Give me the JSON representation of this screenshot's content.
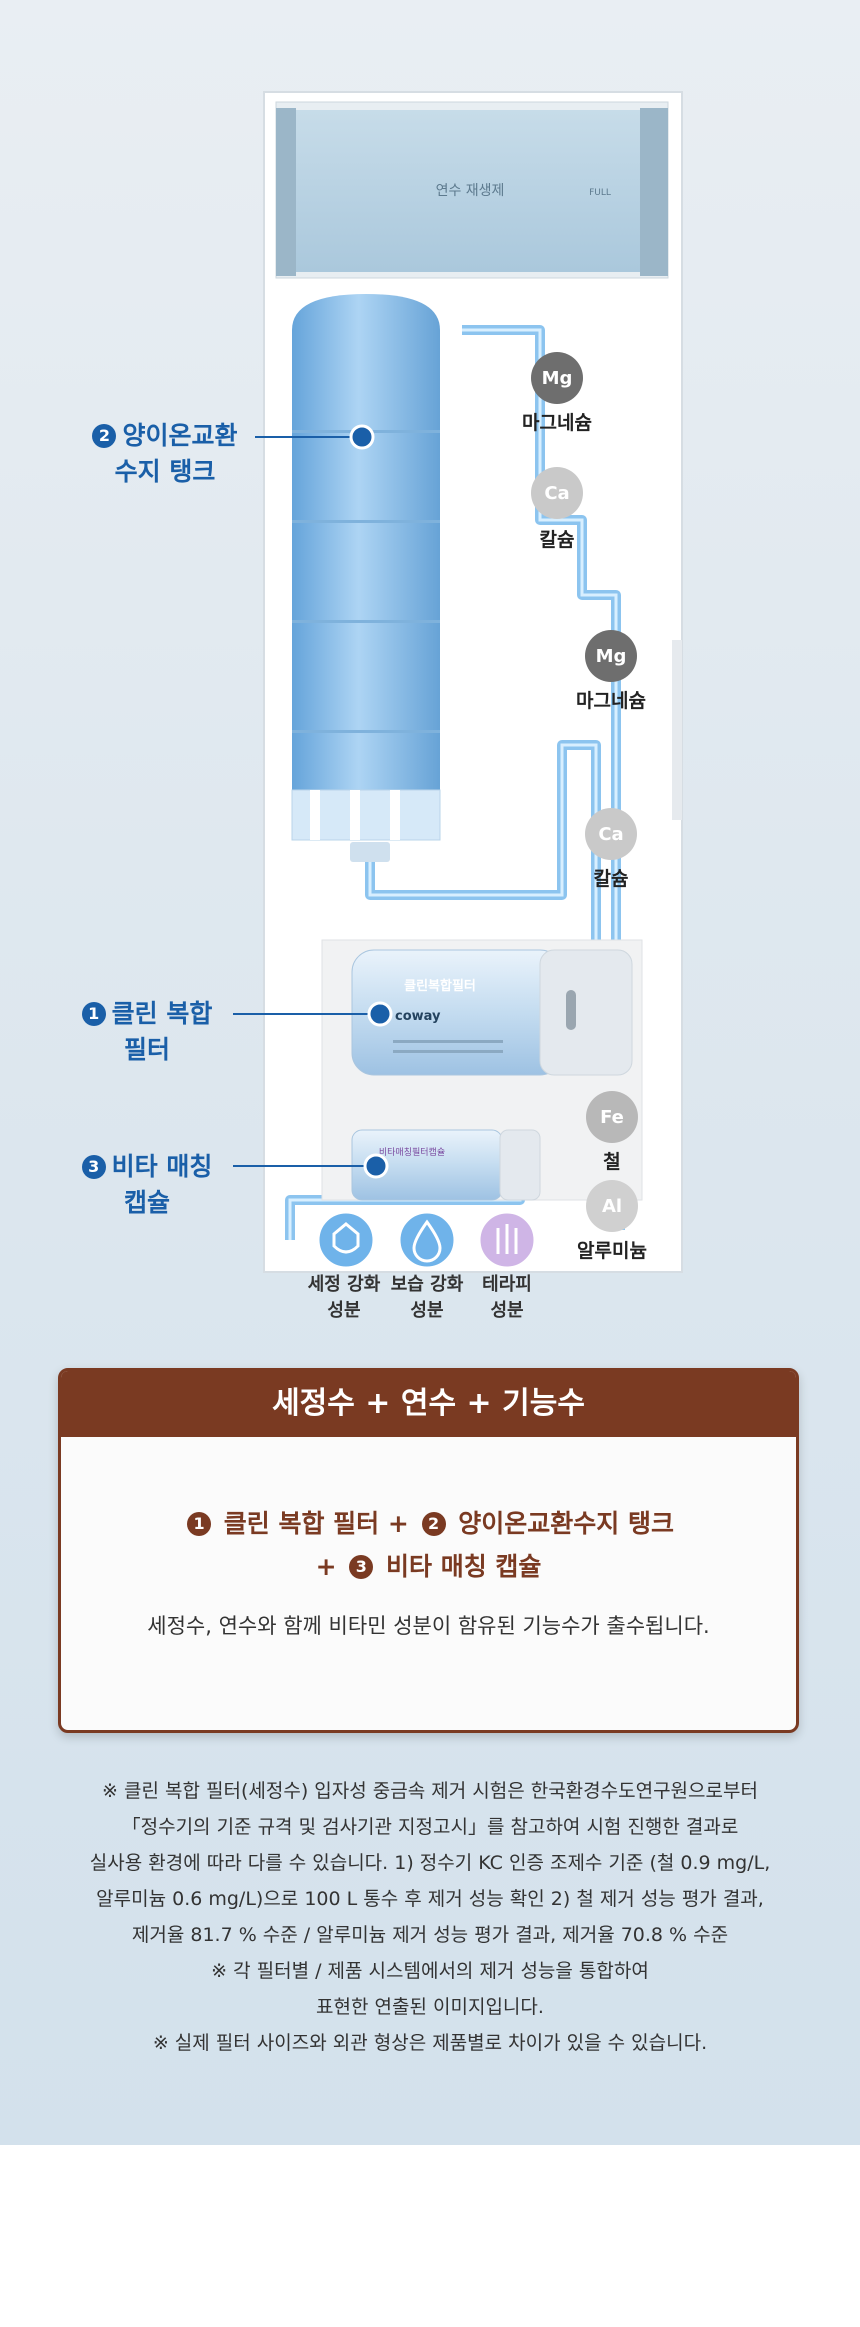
{
  "diagram": {
    "top_panel_label": "연수 재생제",
    "top_panel_tag": "FULL",
    "filter_brand": "coway",
    "filter_name": "클린복합필터",
    "capsule_name": "비타매칭필터캡슐",
    "callouts": [
      {
        "num": "2",
        "line1": "양이온교환",
        "line2": "수지 탱크"
      },
      {
        "num": "1",
        "line1": "클린 복합",
        "line2": "필터"
      },
      {
        "num": "3",
        "line1": "비타 매칭",
        "line2": "캡슐"
      }
    ],
    "minerals": [
      {
        "symbol": "Mg",
        "label": "마그네슘"
      },
      {
        "symbol": "Ca",
        "label": "칼슘"
      },
      {
        "symbol": "Mg",
        "label": "마그네슘"
      },
      {
        "symbol": "Ca",
        "label": "칼슘"
      },
      {
        "symbol": "Fe",
        "label": "철"
      },
      {
        "symbol": "Al",
        "label": "알루미늄"
      }
    ],
    "ingredients": [
      {
        "line1": "세정 강화",
        "line2": "성분"
      },
      {
        "line1": "보습 강화",
        "line2": "성분"
      },
      {
        "line1": "테라피",
        "line2": "성분"
      }
    ]
  },
  "card": {
    "title": "세정수 + 연수 + 기능수",
    "line1": {
      "n1": "1",
      "t1": "클린 복합 필터 +",
      "n2": "2",
      "t2": "양이온교환수지 탱크"
    },
    "line2": {
      "pre": "+",
      "n3": "3",
      "t3": "비타 매칭 캡슐"
    },
    "description": "세정수, 연수와 함께 비타민 성분이 함유된 기능수가 출수됩니다."
  },
  "notes": [
    "※ 클린 복합 필터(세정수) 입자성 중금속 제거 시험은 한국환경수도연구원으로부터",
    "「정수기의 기준 규격 및 검사기관 지정고시」를 참고하여 시험 진행한 결과로",
    "실사용 환경에 따라 다를 수 있습니다. 1) 정수기 KC 인증 조제수 기준 (철 0.9 mg/L,",
    "알루미늄 0.6 mg/L)으로 100 L 통수 후 제거 성능 확인 2) 철 제거 성능 평가 결과,",
    "제거율 81.7 % 수준 / 알루미늄 제거 성능 평가 결과, 제거율 70.8 % 수준",
    "※ 각 필터별 / 제품 시스템에서의 제거 성능을 통합하여",
    "표현한 연출된  이미지입니다.",
    "※ 실제 필터 사이즈와 외관 형상은 제품별로 차이가 있을 수 있습니다."
  ],
  "colors": {
    "accent_blue": "#1a5fa8",
    "card_brown": "#7a3a22",
    "pipe_blue": "#8cc4ef"
  }
}
